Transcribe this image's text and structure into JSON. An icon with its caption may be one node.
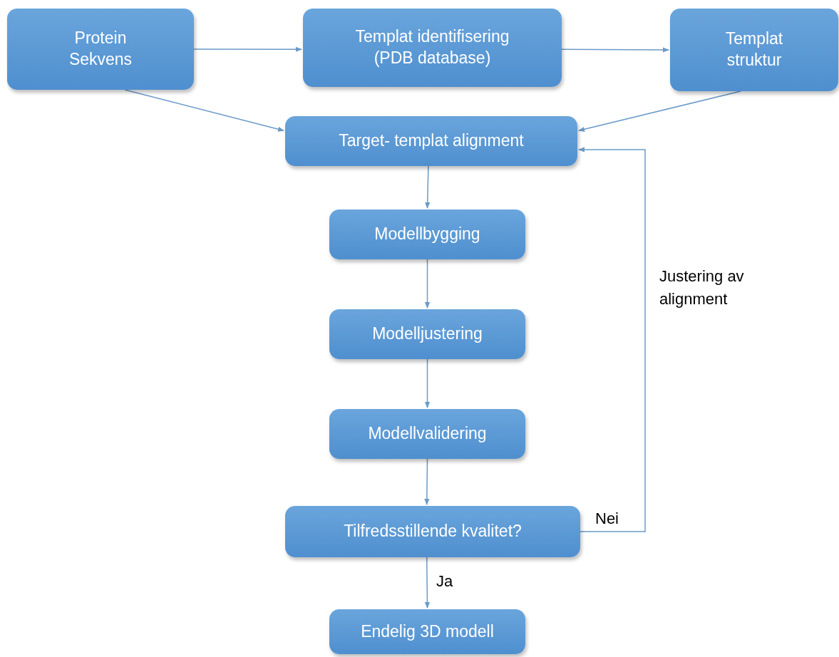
{
  "diagram": {
    "nodes": [
      {
        "text": [
          "Protein Sekvens"
        ]
      },
      {
        "text": [
          "Templat identifisering (PDB database)"
        ]
      },
      {
        "text": [
          "Templat struktur"
        ]
      },
      {
        "text": [
          "Target- templat alignment"
        ]
      },
      {
        "text": [
          "Modellbygging"
        ]
      },
      {
        "text": [
          "Modelljustering"
        ]
      },
      {
        "text": [
          "Modellvalidering"
        ]
      },
      {
        "text": [
          "Tilfredsstillende kvalitet?"
        ]
      },
      {
        "text": [
          "Endelig 3D modell"
        ]
      }
    ],
    "edges": [
      {
        "from": 0,
        "to": 1,
        "arrow": "to"
      },
      {
        "from": 1,
        "to": 2,
        "arrow": "to"
      },
      {
        "from": 0,
        "to": 3,
        "arrow": "to"
      },
      {
        "from": 2,
        "to": 3,
        "arrow": "to"
      },
      {
        "from": 3,
        "to": 4,
        "arrow": "to"
      },
      {
        "from": 4,
        "to": 5,
        "arrow": "to"
      },
      {
        "from": 5,
        "to": 6,
        "arrow": "to"
      },
      {
        "from": 6,
        "to": 7,
        "arrow": "to"
      },
      {
        "from": 7,
        "to": 3,
        "arrow": "to",
        "label": "Nei"
      },
      {
        "from": 7,
        "to": 8,
        "arrow": "to",
        "label": "Ja"
      }
    ],
    "labels": [
      "Justering av alignment"
    ]
  }
}
